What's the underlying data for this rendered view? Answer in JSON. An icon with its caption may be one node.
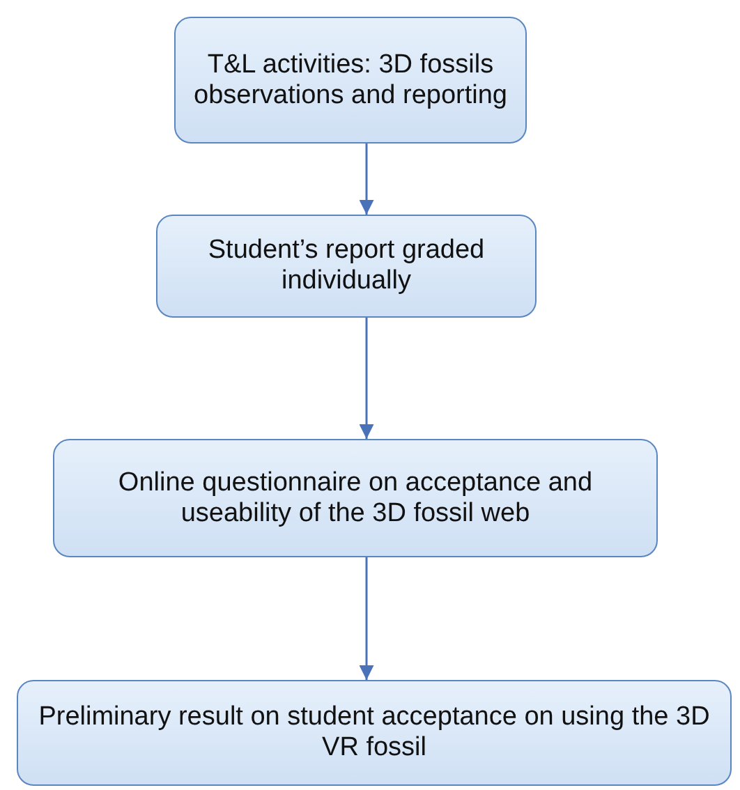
{
  "diagram": {
    "nodes": [
      {
        "text": [
          "T&L activities: 3D fossils observations and reporting"
        ]
      },
      {
        "text": [
          "Student’s report graded individually"
        ]
      },
      {
        "text": [
          "Online questionnaire on acceptance and useability of the 3D fossil web"
        ]
      },
      {
        "text": [
          "Preliminary result on student acceptance on using the 3D VR fossil"
        ]
      }
    ],
    "edges": [
      {
        "from": 0,
        "to": 1,
        "arrow": "to"
      },
      {
        "from": 1,
        "to": 2,
        "arrow": "to"
      },
      {
        "from": 2,
        "to": 3,
        "arrow": "to"
      }
    ]
  }
}
